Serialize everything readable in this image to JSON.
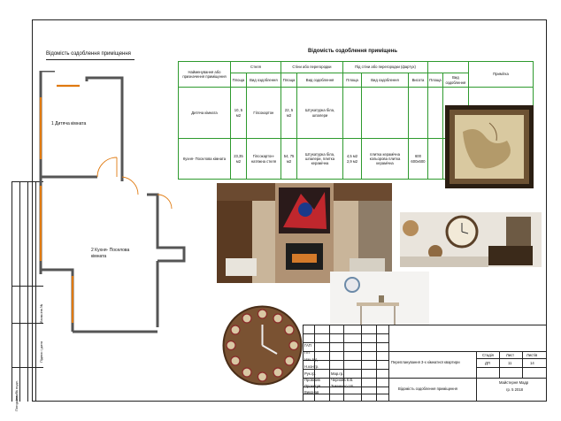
{
  "drawing": {
    "plan_title": "Відомість оздоблення приміщення",
    "table_title": "Відомість оздоблення приміщень",
    "rooms_on_plan": [
      {
        "label": "1 Дитяча кімната"
      },
      {
        "label": "2 Кухня- Поселова кімната"
      }
    ]
  },
  "table": {
    "headers": {
      "room": "Найменування або призначення приміщення",
      "ceiling": "Стеля",
      "walls": "Стіни або перегородки",
      "floor": "Під стіни або перегородки (фартух)",
      "notes": "Примітка",
      "area": "Площа",
      "type": "Вид оздоблення",
      "height": "Висота",
      "sub_area": "Площа"
    },
    "rows": [
      {
        "room": "Дитяча кімната",
        "ceiling_area": "10, 5 м2",
        "ceiling_type": "Гіпсокартон",
        "walls_area": "22, 5 м2",
        "walls_type": "Штукатурка біла, шпалери",
        "floor_area": "",
        "floor_type": "",
        "height": "",
        "area2": "",
        "type2": "",
        "notes": ""
      },
      {
        "room": "Кухня- Поселова кімната",
        "ceiling_area": "23,35 м2",
        "ceiling_type": "Гіпсокартон- натяжна стеля",
        "walls_area": "54, 75 м2",
        "walls_type": "Штукатурка біла, шпалери, плитка керамічна",
        "floor_area": "4,5 м2  2,9 м2",
        "floor_type": "плитка керамічна кольорова плитка керамічна",
        "height": "600  600х600",
        "area2": "",
        "type2": "",
        "notes": ""
      }
    ]
  },
  "stamp": {
    "rows_left": [
      "ГАП",
      "ГІП",
      "Нач.в.д.",
      "Н.контр.",
      "Рук.гр.",
      "Провірив",
      "Проектув",
      "Виконав"
    ],
    "names": [
      "",
      "",
      "",
      "",
      "Мар.гр.",
      "Чернова К.В.",
      "Тимченко І.В.",
      ""
    ],
    "project_title": "Перепланування 3-х кімнатної квартири",
    "sheet_title": "Відомість оздоблення приміщення",
    "stage_label": "Стадія",
    "sheet_label": "Лист",
    "sheets_label": "Листів",
    "stage_value": "ДП",
    "sheet_value": "11",
    "sheets_value": "14",
    "org_line1": "Майстерня Мадр",
    "org_line2": "гр. 5 2018"
  },
  "side_labels": [
    "Погоджено",
    "Взам.інв.№",
    "Підпис і дата",
    "Інв. № подл."
  ],
  "colors": {
    "table_border": "#2e9a2e",
    "wall": "#555555",
    "window": "#e07a10"
  }
}
